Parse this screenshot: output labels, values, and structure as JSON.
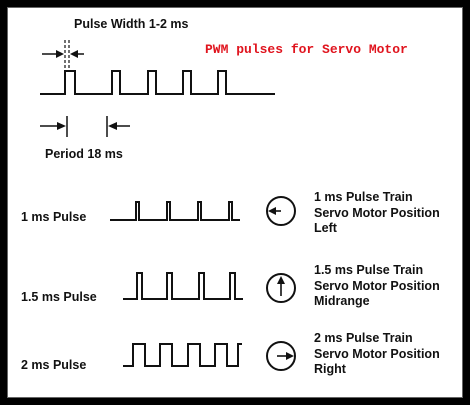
{
  "title": "PWM pulses for Servo Motor",
  "title_color": "#e0141e",
  "pulse_width_label": "Pulse Width 1-2  ms",
  "period_label": "Period 18 ms",
  "rows": [
    {
      "label": "1 ms Pulse",
      "desc": [
        "1 ms Pulse Train",
        "Servo Motor Position",
        "Left"
      ],
      "dial": "left"
    },
    {
      "label": "1.5 ms Pulse",
      "desc": [
        "1.5 ms Pulse Train",
        "Servo Motor Position",
        "Midrange"
      ],
      "dial": "up"
    },
    {
      "label": "2 ms Pulse",
      "desc": [
        "2 ms Pulse Train",
        "Servo Motor Position",
        "Right"
      ],
      "dial": "right"
    }
  ],
  "icons": [
    "arrow-right-icon",
    "arrow-left-icon",
    "dial-icon"
  ]
}
